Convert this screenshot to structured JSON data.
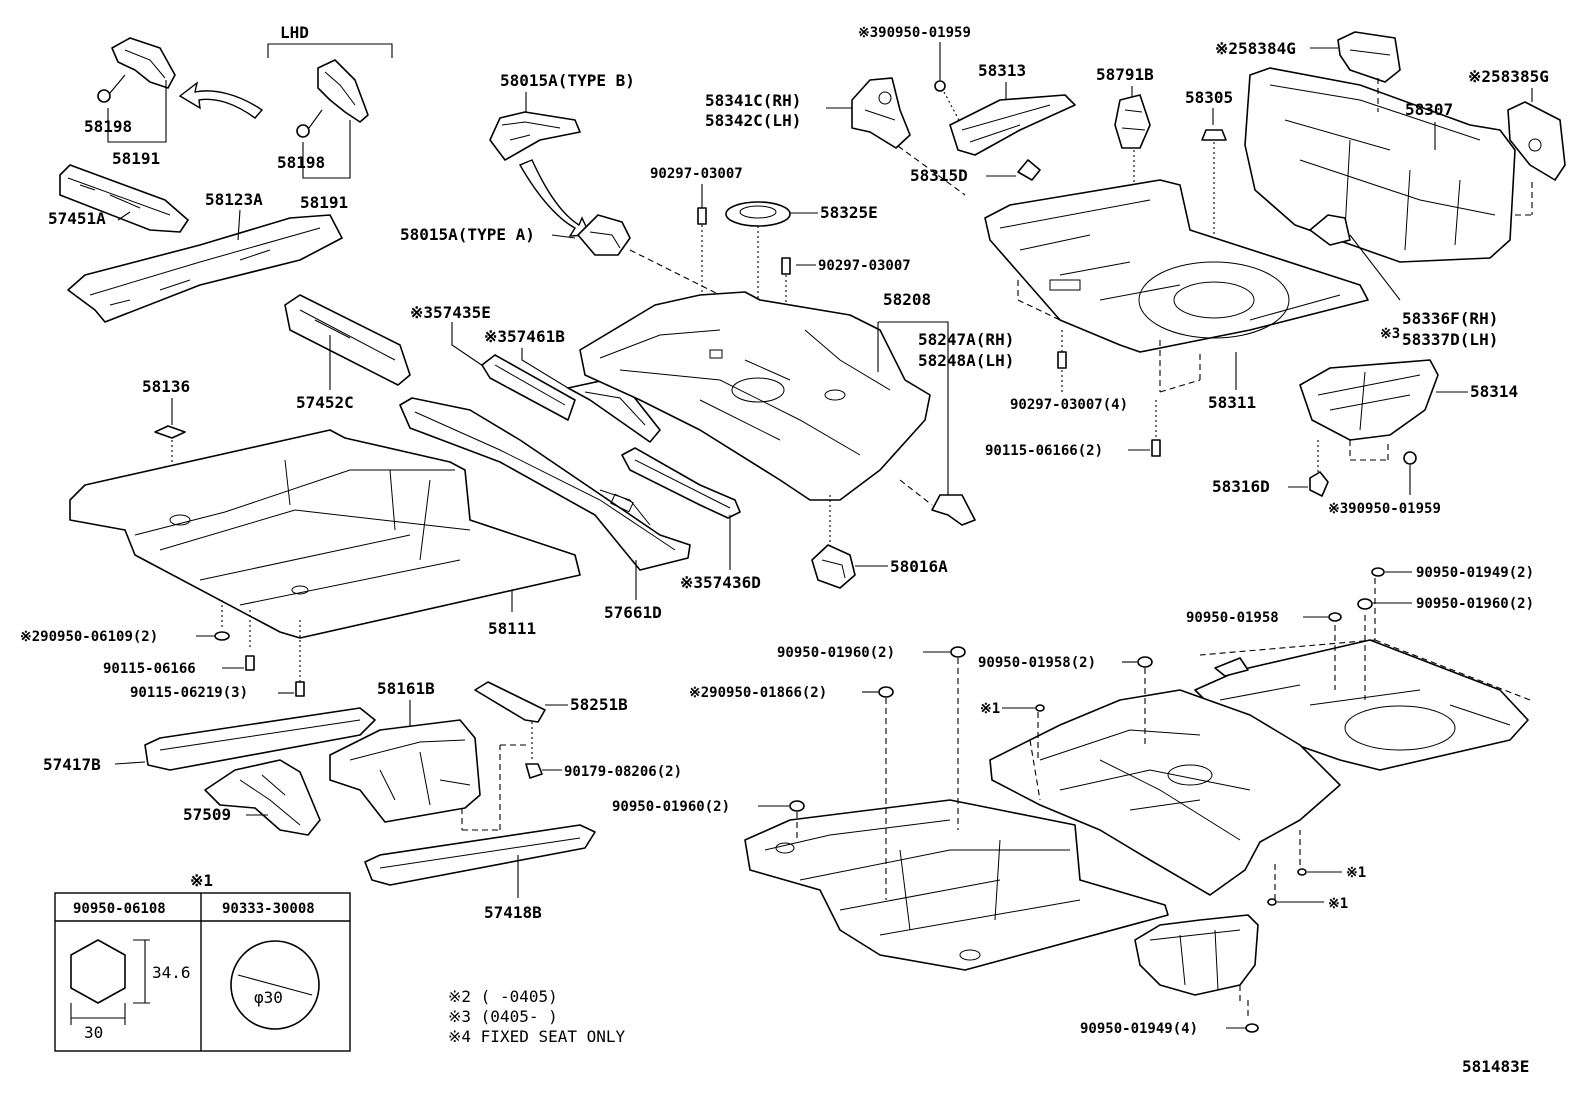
{
  "diagram_id": "581483E",
  "labels": {
    "lhd": "LHD",
    "p58198a": "58198",
    "p58191a": "58191",
    "p58198b": "58198",
    "p58191b": "58191",
    "p57451a": "57451A",
    "p58123a": "58123A",
    "p57452c": "57452C",
    "p58136": "58136",
    "p58111": "58111",
    "p90950_06109": "※290950-06109(2)",
    "p90115_06166a": "90115-06166",
    "p90115_06219": "90115-06219(3)",
    "p58015a_b": "58015A(TYPE B)",
    "p58015a_a": "58015A(TYPE A)",
    "p57435e": "※357435E",
    "p57461b": "※357461B",
    "p57661d": "57661D",
    "p57436d": "※357436D",
    "p90297_03007a": "90297-03007",
    "p58325e": "58325E",
    "p90297_03007b": "90297-03007",
    "p58208": "58208",
    "p58247a": "58247A(RH)",
    "p58248a": "58248A(LH)",
    "p58016a": "58016A",
    "p90950_01959a": "※390950-01959",
    "p58341c": "58341C(RH)",
    "p58342c": "58342C(LH)",
    "p58313": "58313",
    "p58315d": "58315D",
    "p58791b": "58791B",
    "p58305": "58305",
    "p58384g": "※258384G",
    "p58307": "58307",
    "p58385g": "※258385G",
    "p58336f": "58336F(RH)",
    "p58337d": "58337D(LH)",
    "p58336f_mark": "※3",
    "p90297_03007c": "90297-03007(4)",
    "p58311": "58311",
    "p90115_06166b": "90115-06166(2)",
    "p58314": "58314",
    "p58316d": "58316D",
    "p90950_01959b": "※390950-01959",
    "p58161b": "58161B",
    "p58251b": "58251B",
    "p57417b": "57417B",
    "p90179_08206": "90179-08206(2)",
    "p57509": "57509",
    "p57418b": "57418B",
    "p90950_01949a": "90950-01949(2)",
    "p90950_01958a": "90950-01958",
    "p90950_01960a": "90950-01960(2)",
    "p90950_01960b": "90950-01960(2)",
    "p90950_01958b": "90950-01958(2)",
    "p90950_01866": "※290950-01866(2)",
    "p_note1_a": "※1",
    "p90950_01960c": "90950-01960(2)",
    "p_note1_b": "※1",
    "p_note1_c": "※1",
    "p90950_01949b": "90950-01949(4)"
  },
  "legend_table": {
    "title": "※1",
    "col1_header": "90950-06108",
    "col2_header": "90333-30008",
    "hex_height": "34.6",
    "hex_width": "30",
    "circle_dia": "φ30"
  },
  "notes": [
    "※2 (     -0405)",
    "※3 (0405-     )",
    "※4 FIXED SEAT ONLY"
  ]
}
